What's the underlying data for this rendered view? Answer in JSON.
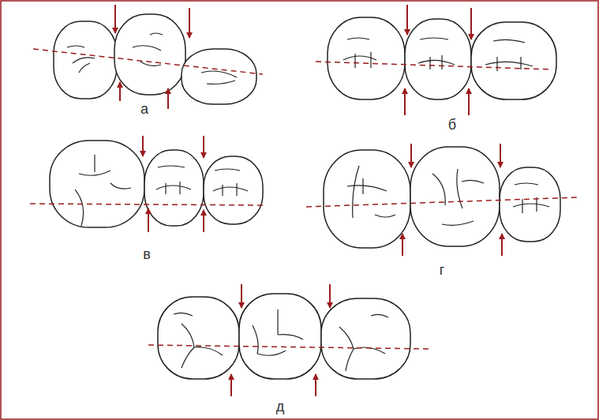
{
  "diagram": {
    "labels": [
      "а",
      "б",
      "в",
      "г",
      "д"
    ]
  }
}
